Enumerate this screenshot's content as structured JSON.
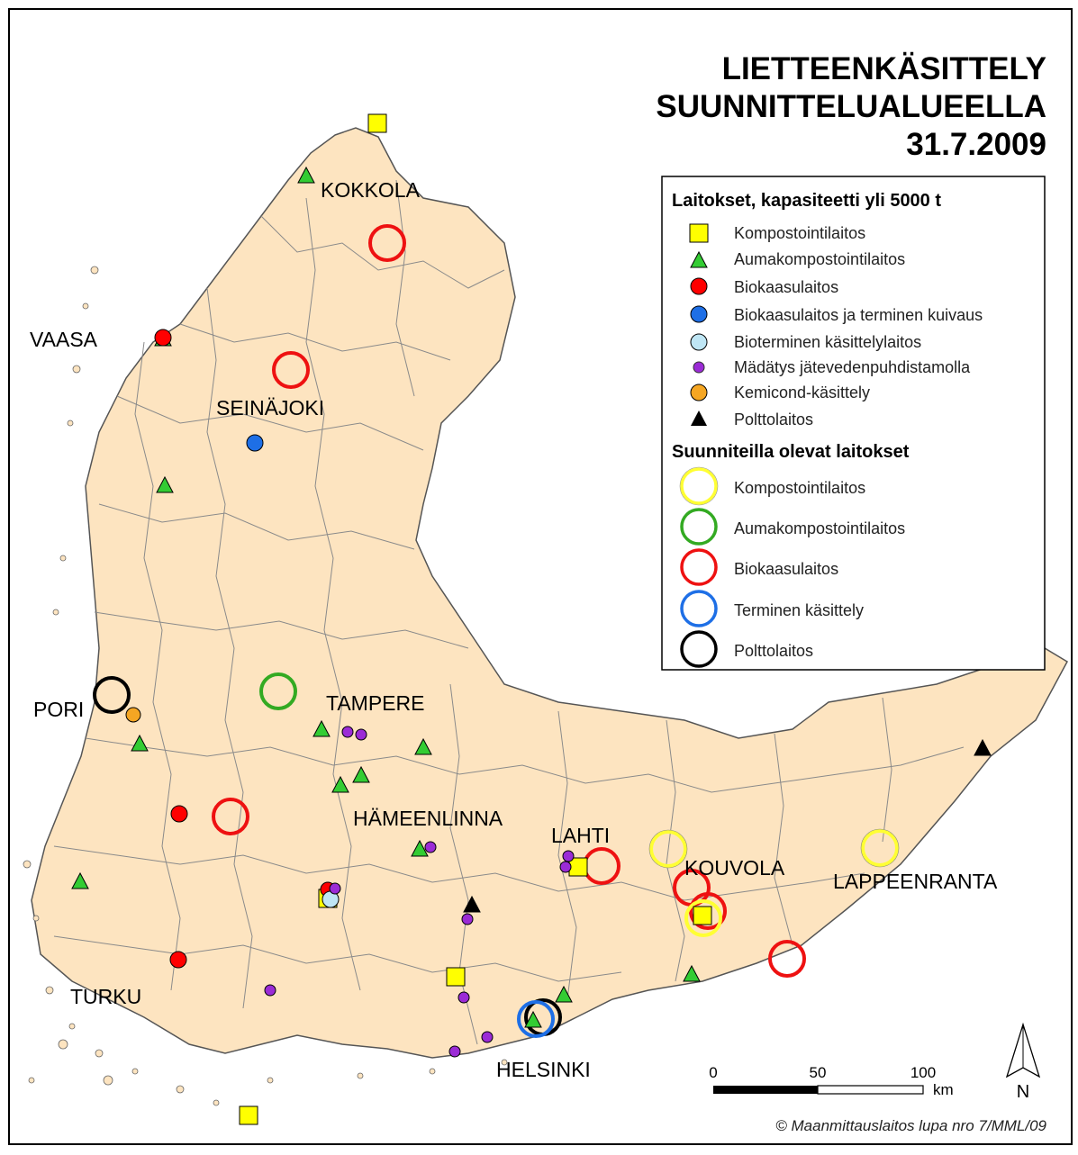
{
  "title": {
    "line1": "LIETTEENKÄSITTELY",
    "line2": "SUUNNITTELUALUEELLA",
    "line3": "31.7.2009"
  },
  "legend": {
    "existing_heading": "Laitokset, kapasiteetti yli 5000 t",
    "existing": [
      {
        "label": "Kompostointilaitos",
        "symbol": "square",
        "color": "#ffff00"
      },
      {
        "label": "Aumakompostointilaitos",
        "symbol": "triangle",
        "color": "#33cc33"
      },
      {
        "label": "Biokaasulaitos",
        "symbol": "dot",
        "color": "#ff0000"
      },
      {
        "label": "Biokaasulaitos ja terminen kuivaus",
        "symbol": "dot",
        "color": "#1e6fe6"
      },
      {
        "label": "Bioterminen käsittelylaitos",
        "symbol": "dot",
        "color": "#bfe6f5"
      },
      {
        "label": "Mädätys jätevedenpuhdistamolla",
        "symbol": "small-dot",
        "color": "#9b2bd6"
      },
      {
        "label": "Kemicond-käsittely",
        "symbol": "dot",
        "color": "#f5a623"
      },
      {
        "label": "Polttolaitos",
        "symbol": "triangle",
        "color": "#000000"
      }
    ],
    "planned_heading": "Suunniteilla olevat laitokset",
    "planned": [
      {
        "label": "Kompostointilaitos",
        "color": "#ffff33"
      },
      {
        "label": "Aumakompostointilaitos",
        "color": "#33aa22"
      },
      {
        "label": "Biokaasulaitos",
        "color": "#ee1111"
      },
      {
        "label": "Terminen käsittely",
        "color": "#1e6fe6"
      },
      {
        "label": "Polttolaitos",
        "color": "#000000"
      }
    ]
  },
  "cities": [
    "KOKKOLA",
    "VAASA",
    "SEINÄJOKI",
    "PORI",
    "TAMPERE",
    "HÄMEENLINNA",
    "LAHTI",
    "KOUVOLA",
    "LAPPEENRANTA",
    "TURKU",
    "HELSINKI"
  ],
  "scale_bar": {
    "ticks": [
      "0",
      "50",
      "100"
    ],
    "unit": "km"
  },
  "north_label": "N",
  "credit": "© Maanmittauslaitos lupa nro 7/MML/09",
  "colors": {
    "land": "#fde4c0",
    "border_line": "#8a8a8a",
    "coast": "#555555"
  }
}
